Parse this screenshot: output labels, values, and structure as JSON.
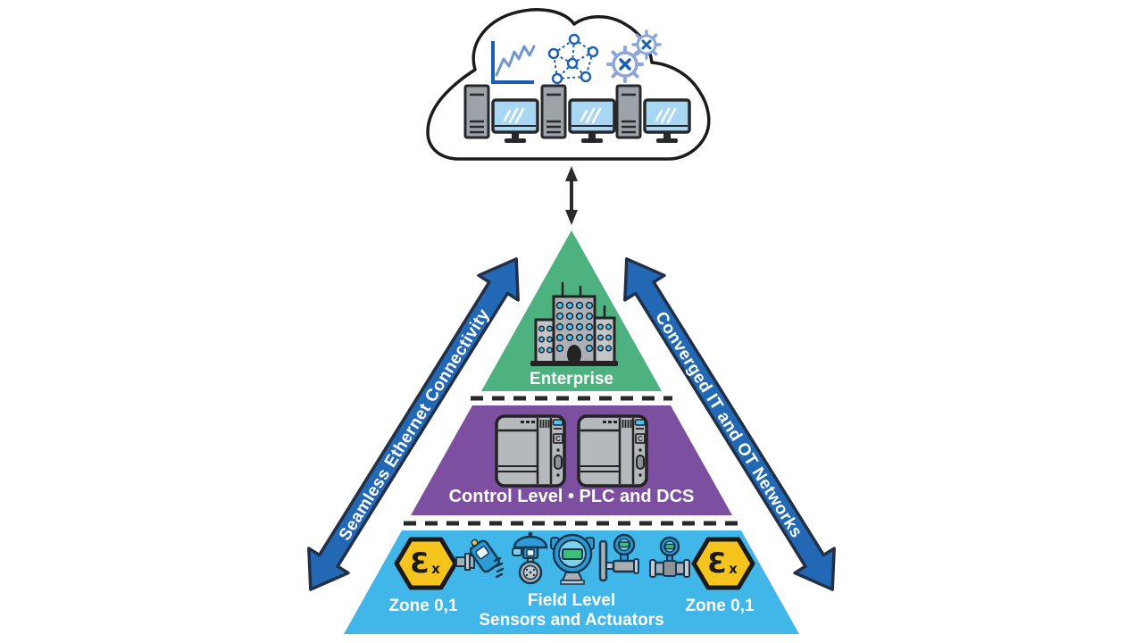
{
  "cloud": {
    "name": "it-cloud",
    "icons": [
      {
        "name": "line-chart-icon"
      },
      {
        "name": "network-graph-icon"
      },
      {
        "name": "gears-icon"
      }
    ],
    "workstations": 3
  },
  "connector": {
    "type": "vertical-double-arrow"
  },
  "side_arrows": {
    "left_label": "Seamless Ethernet Connectivity",
    "right_label": "Converged IT and OT Networks"
  },
  "pyramid": {
    "enterprise": {
      "label": "Enterprise",
      "icon": "office-building-icon",
      "color": "#4DB27F"
    },
    "control": {
      "label": "Control Level • PLC and DCS",
      "icon": "plc-controller-icon",
      "plc_port_label": "C",
      "color": "#7D4FA0"
    },
    "field": {
      "title": "Field Level",
      "subtitle": "Sensors and Actuators",
      "zone_left": "Zone 0,1",
      "zone_right": "Zone 0,1",
      "icons": [
        "flow-sensor-icon",
        "control-valve-icon",
        "process-transmitter-icon",
        "mounted-transmitter-icon",
        "flow-meter-icon"
      ],
      "color": "#41B6E8"
    }
  },
  "ex_marking": {
    "symbol": "Ɛ",
    "subscript": "x",
    "color": "#F5C51E"
  },
  "colors": {
    "enterprise_green": "#4DB27F",
    "control_purple": "#7D4FA0",
    "field_blue": "#41B6E8",
    "arrow_blue": "#2368B4",
    "arrow_outline": "#232F44",
    "accent_blue": "#1C61B0",
    "outline_dark": "#232323",
    "screen_blue": "#4FC3F7",
    "display_green": "#3EBD7D",
    "ex_yellow": "#F5C51E"
  }
}
